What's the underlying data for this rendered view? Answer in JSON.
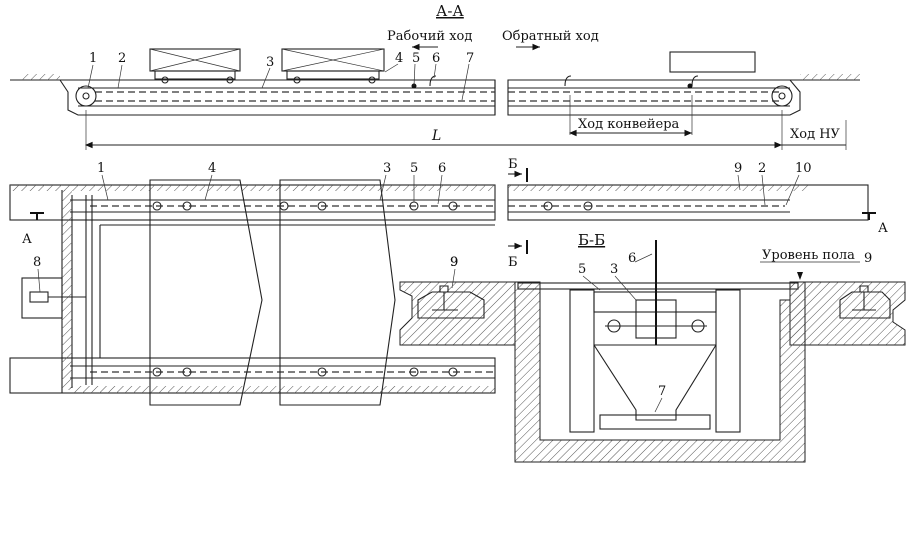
{
  "sections": {
    "aa_title": "А-А",
    "bb_title": "Б-Б"
  },
  "directions": {
    "working": "Рабочий ход",
    "return": "Обратный ход"
  },
  "dimensions": {
    "conveyor_stroke": "Ход конвейера",
    "L": "L",
    "nu_stroke": "Ход НУ"
  },
  "section_marks": {
    "a_left": "А",
    "a_right": "А",
    "b_top": "Б",
    "b_bottom": "Б"
  },
  "floor_level": "Уровень пола",
  "callouts_top": [
    "1",
    "2",
    "3",
    "4",
    "5",
    "6",
    "7"
  ],
  "callouts_plan": [
    "1",
    "4",
    "3",
    "5",
    "6",
    "9",
    "2",
    "10",
    "8",
    "9"
  ],
  "callouts_section": [
    "5",
    "3",
    "6",
    "7",
    "9"
  ]
}
